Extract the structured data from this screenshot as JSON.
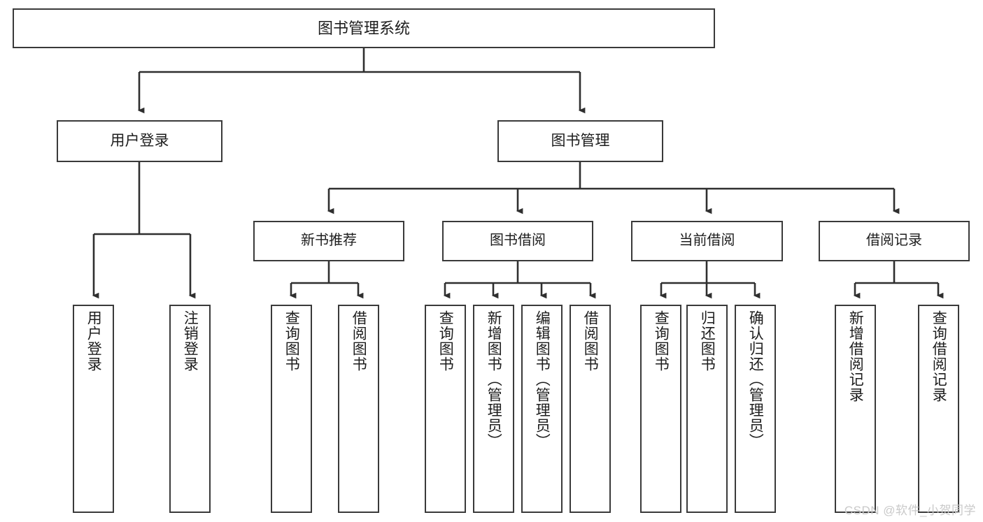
{
  "diagram": {
    "title": "图书管理系统",
    "type": "tree",
    "orientation": "top-down",
    "colors": {
      "node_border": "#3a3a3a",
      "node_fill": "#ffffff",
      "edge": "#2f2f2f",
      "text": "#1d1d1d",
      "watermark": "#c9c9c9",
      "background": "#ffffff"
    },
    "root": {
      "label": "图书管理系统"
    },
    "level1": [
      {
        "label": "用户登录"
      },
      {
        "label": "图书管理"
      }
    ],
    "level2": [
      {
        "label": "新书推荐"
      },
      {
        "label": "图书借阅"
      },
      {
        "label": "当前借阅"
      },
      {
        "label": "借阅记录"
      }
    ],
    "leaves": {
      "user_login": [
        {
          "label": "用户登录"
        },
        {
          "label": "注销登录"
        }
      ],
      "new_book_recommend": [
        {
          "label": "查询图书"
        },
        {
          "label": "借阅图书"
        }
      ],
      "book_borrow": [
        {
          "label": "查询图书"
        },
        {
          "label": "新增图书（管理员）"
        },
        {
          "label": "编辑图书（管理员）"
        },
        {
          "label": "借阅图书"
        }
      ],
      "current_borrow": [
        {
          "label": "查询图书"
        },
        {
          "label": "归还图书"
        },
        {
          "label": "确认归还（管理员）"
        }
      ],
      "borrow_record": [
        {
          "label": "新增借阅记录"
        },
        {
          "label": "查询借阅记录"
        }
      ]
    }
  },
  "watermark": {
    "text": "CSDN @软件_小贺同学"
  }
}
